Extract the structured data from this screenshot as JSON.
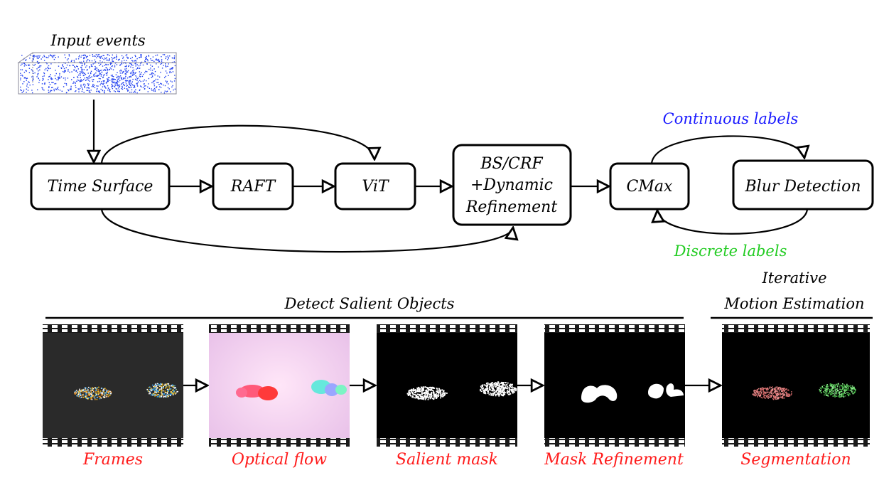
{
  "input_label": "Input events",
  "nodes": {
    "time_surface": "Time Surface",
    "raft": "RAFT",
    "vit": "ViT",
    "bs_crf": [
      "BS/CRF",
      "+Dynamic",
      "Refinement"
    ],
    "cmax": "CMax",
    "blur": "Blur Detection"
  },
  "loop_labels": {
    "continuous": "Continuous labels",
    "discrete": "Discrete labels"
  },
  "section_labels": {
    "detect": "Detect Salient Objects",
    "iterative": [
      "Iterative",
      "Motion Estimation"
    ]
  },
  "panel_captions": {
    "frames": "Frames",
    "optical_flow": "Optical flow",
    "salient_mask": "Salient mask",
    "mask_refinement": "Mask Refinement",
    "segmentation": "Segmentation"
  },
  "colors": {
    "continuous": "#1a1aff",
    "discrete": "#22cc22",
    "caption": "#ff1a1a",
    "events": "#1f3ff0"
  }
}
